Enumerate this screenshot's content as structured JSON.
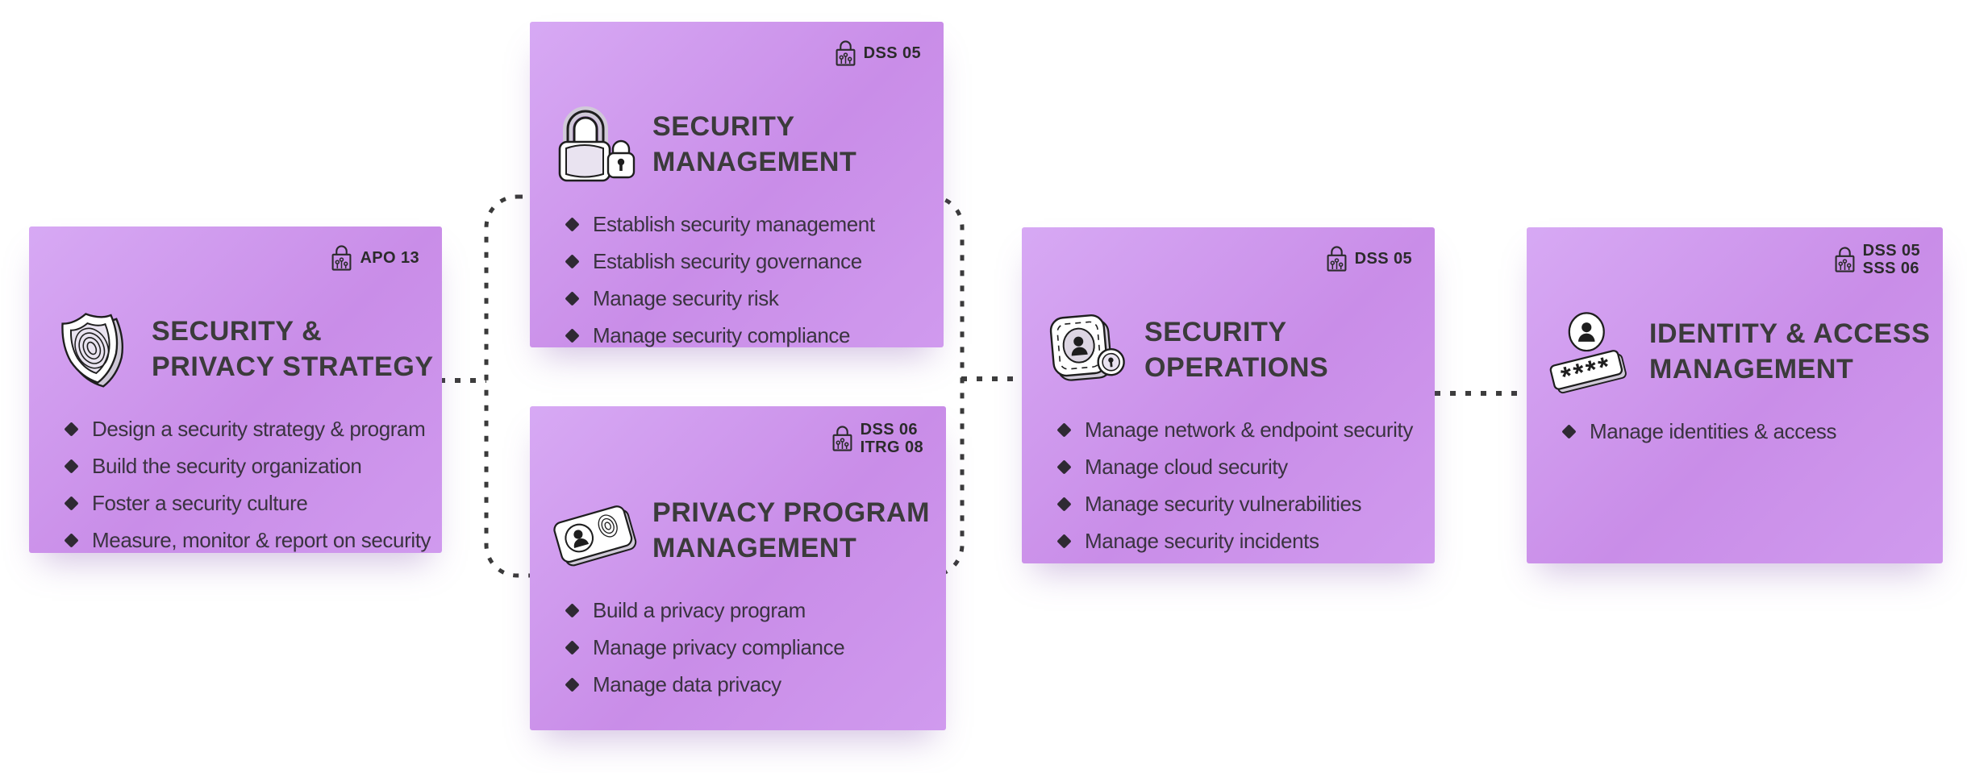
{
  "diagram": {
    "background_color": "#ffffff",
    "card_color_light": "#d7a9f4",
    "card_color_dark": "#c98de8",
    "title_color": "#3b3b3b",
    "body_text_color": "#3a3340",
    "connector_color": "#3d3d3d"
  },
  "cards": [
    {
      "badges": [
        "APO 13"
      ],
      "icon": "shield-fingerprint-icon",
      "title": "SECURITY & PRIVACY STRATEGY",
      "title_lines": [
        "SECURITY &",
        "PRIVACY STRATEGY"
      ],
      "bullets": [
        "Design a security strategy & program",
        "Build the security organization",
        "Foster a security culture",
        "Measure, monitor & report on security"
      ]
    },
    {
      "badges": [
        "DSS 05"
      ],
      "icon": "padlocks-icon",
      "title": "SECURITY MANAGEMENT",
      "title_lines": [
        "SECURITY",
        "MANAGEMENT"
      ],
      "bullets": [
        "Establish security management",
        "Establish security governance",
        "Manage security risk",
        "Manage security compliance"
      ]
    },
    {
      "badges": [
        "DSS 06",
        "ITRG 08"
      ],
      "icon": "id-card-fingerprint-icon",
      "title": "PRIVACY PROGRAM MANAGEMENT",
      "title_lines": [
        "PRIVACY PROGRAM",
        "MANAGEMENT"
      ],
      "bullets": [
        "Build a privacy program",
        "Manage privacy compliance",
        "Manage data privacy"
      ]
    },
    {
      "badges": [
        "DSS 05"
      ],
      "icon": "user-badge-lock-icon",
      "title": "SECURITY OPERATIONS",
      "title_lines": [
        "SECURITY",
        "OPERATIONS"
      ],
      "bullets": [
        "Manage network & endpoint security",
        "Manage cloud security",
        "Manage security vulnerabilities",
        "Manage security incidents"
      ]
    },
    {
      "badges": [
        "DSS 05",
        "SSS 06"
      ],
      "icon": "user-password-icon",
      "icon_text": "****",
      "title": "IDENTITY & ACCESS MANAGEMENT",
      "title_lines": [
        "IDENTITY & ACCESS",
        "MANAGEMENT"
      ],
      "bullets": [
        "Manage identities & access"
      ]
    }
  ]
}
